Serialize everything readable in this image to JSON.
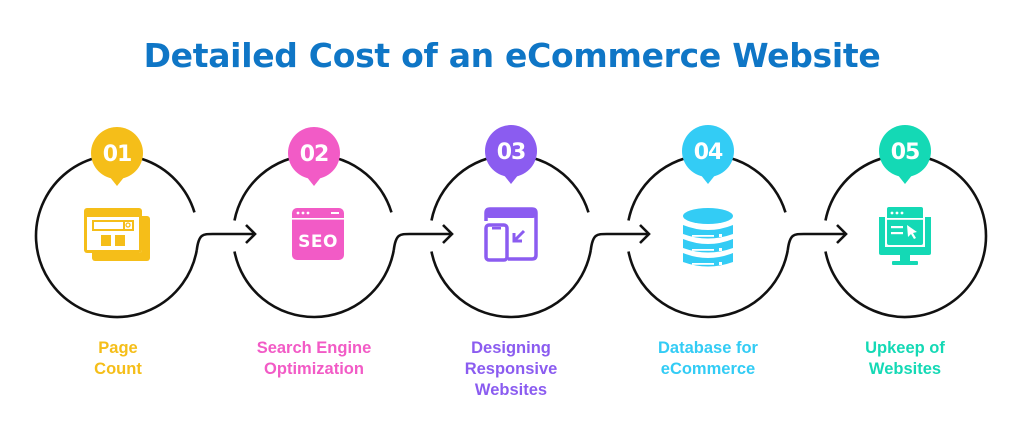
{
  "title": "Detailed Cost of an eCommerce Website",
  "colors": {
    "title": "#0F76C6",
    "line": "#111111",
    "background": "#FFFFFF"
  },
  "steps": [
    {
      "number": "01",
      "label_line1": "Page",
      "label_line2": "Count",
      "label_line3": "",
      "icon": "web-page-search-icon",
      "color": "#F5BE19"
    },
    {
      "number": "02",
      "label_line1": "Search Engine",
      "label_line2": "Optimization",
      "label_line3": "",
      "icon": "seo-browser-icon",
      "color": "#F25BC6"
    },
    {
      "number": "03",
      "label_line1": "Designing",
      "label_line2": "Responsive",
      "label_line3": "Websites",
      "icon": "responsive-devices-icon",
      "color": "#8B5CF0"
    },
    {
      "number": "04",
      "label_line1": "Database for",
      "label_line2": "eCommerce",
      "label_line3": "",
      "icon": "database-icon",
      "color": "#33CCF5"
    },
    {
      "number": "05",
      "label_line1": "Upkeep of",
      "label_line2": "Websites",
      "label_line3": "",
      "icon": "monitor-maintenance-icon",
      "color": "#14D9B5"
    }
  ]
}
